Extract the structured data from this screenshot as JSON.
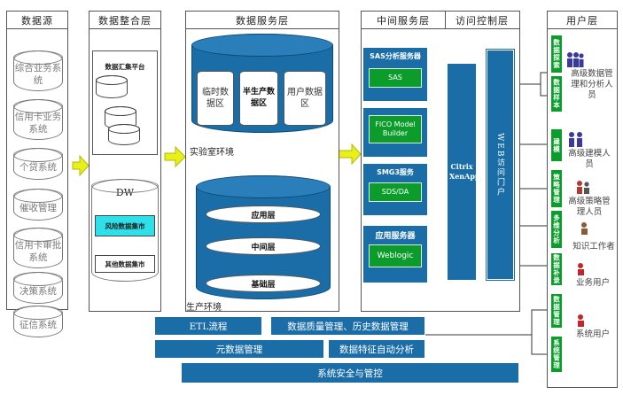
{
  "layers": {
    "source": "数据源",
    "integration": "数据整合层",
    "data_service": "数据服务层",
    "middleware": "中间服务层",
    "access_control": "访问控制层",
    "user": "用户层"
  },
  "sources": [
    "综合业务系统",
    "信用卡业务系统",
    "个贷系统",
    "催收管理",
    "信用卡审批系统",
    "决策系统",
    "征信系统"
  ],
  "integration": {
    "platform": "数据汇集平台",
    "dw": "DW",
    "risk_mart": "风险数据集市",
    "other_mart": "其他数据集市"
  },
  "data_service": {
    "lab_zones": [
      "临时数据区",
      "半生产数据区",
      "用户数据区"
    ],
    "lab_env": "实验室环境",
    "prod_layers": [
      "应用层",
      "中间层",
      "基础层"
    ],
    "prod_env": "生产环境"
  },
  "middleware": {
    "sas_title": "SAS分析服务器",
    "sas": "SAS",
    "fico": "FICO Model Builder",
    "smg3_title": "SMG3服务",
    "sds": "SDS/DA",
    "app_title": "应用服务器",
    "weblogic": "Weblogic"
  },
  "access": {
    "citrix": "Citrix XenApp",
    "web_portal": "WEB访问门户"
  },
  "bottom": {
    "etl": "ETL流程",
    "dq": "数据质量管理、历史数据管理",
    "meta": "元数据管理",
    "auto_analysis": "数据特征自动分析",
    "security": "系统安全与管控"
  },
  "user_functions": [
    "数据探索",
    "数据样本",
    "建模",
    "策略管理",
    "多维分析",
    "数据补录",
    "数据管理",
    "系统管理"
  ],
  "users": [
    "高级数据管理和分析人员",
    "高级建模人员",
    "高级策略管理人员",
    "知识工作者",
    "业务用户",
    "系统用户"
  ],
  "colors": {
    "blue": "#1a6da6",
    "green": "#0c9c2b",
    "arrow": "#e8f01a"
  }
}
